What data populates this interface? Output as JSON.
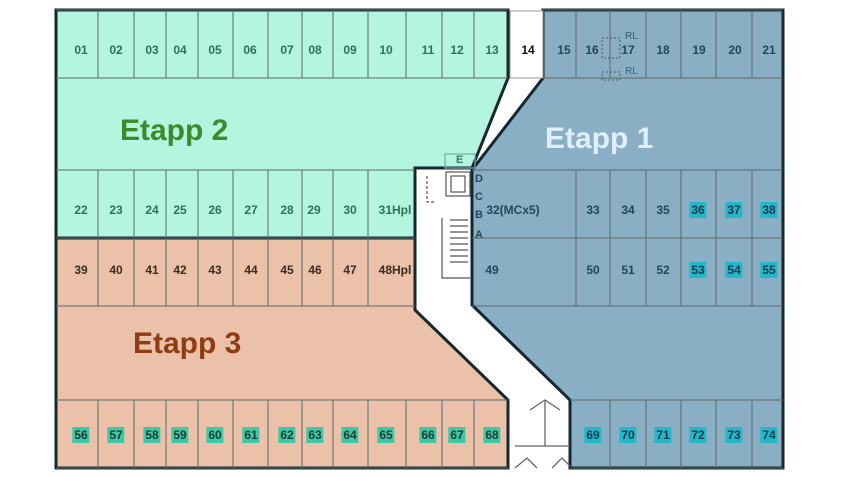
{
  "zones": {
    "etapp1": {
      "label": "Etapp 1",
      "fill": "#8aafc4"
    },
    "etapp2": {
      "label": "Etapp 2",
      "fill": "#b3f5df"
    },
    "etapp3": {
      "label": "Etapp 3",
      "fill": "#ebc1a9"
    }
  },
  "markers": {
    "e": "E",
    "d": "D",
    "c": "C",
    "b": "B",
    "a": "A",
    "rl": "RL"
  },
  "rows": [
    {
      "stalls": [
        {
          "label": "01",
          "zone": "2"
        },
        {
          "label": "02",
          "zone": "2"
        },
        {
          "label": "03",
          "zone": "2"
        },
        {
          "label": "04",
          "zone": "2"
        },
        {
          "label": "05",
          "zone": "2"
        },
        {
          "label": "06",
          "zone": "2"
        },
        {
          "label": "07",
          "zone": "2"
        },
        {
          "label": "08",
          "zone": "2"
        },
        {
          "label": "09",
          "zone": "2"
        },
        {
          "label": "10",
          "zone": "2"
        },
        {
          "label": "11",
          "zone": "2"
        },
        {
          "label": "12",
          "zone": "2"
        },
        {
          "label": "13",
          "zone": "2"
        },
        {
          "label": "14",
          "zone": "0"
        },
        {
          "label": "15",
          "zone": "1"
        },
        {
          "label": "16",
          "zone": "1"
        },
        {
          "label": "17",
          "zone": "1"
        },
        {
          "label": "18",
          "zone": "1"
        },
        {
          "label": "19",
          "zone": "1"
        },
        {
          "label": "20",
          "zone": "1"
        },
        {
          "label": "21",
          "zone": "1"
        }
      ]
    },
    {
      "stalls": [
        {
          "label": "22",
          "zone": "2"
        },
        {
          "label": "23",
          "zone": "2"
        },
        {
          "label": "24",
          "zone": "2"
        },
        {
          "label": "25",
          "zone": "2"
        },
        {
          "label": "26",
          "zone": "2"
        },
        {
          "label": "27",
          "zone": "2"
        },
        {
          "label": "28",
          "zone": "2"
        },
        {
          "label": "29",
          "zone": "2"
        },
        {
          "label": "30",
          "zone": "2"
        },
        {
          "label": "31Hpl",
          "zone": "2"
        },
        {
          "label": "32(MCx5)",
          "zone": "1"
        },
        {
          "label": "33",
          "zone": "1"
        },
        {
          "label": "34",
          "zone": "1"
        },
        {
          "label": "35",
          "zone": "1"
        },
        {
          "label": "36",
          "zone": "1",
          "hl": true
        },
        {
          "label": "37",
          "zone": "1",
          "hl": true
        },
        {
          "label": "38",
          "zone": "1",
          "hl": true
        }
      ]
    },
    {
      "stalls": [
        {
          "label": "39",
          "zone": "3"
        },
        {
          "label": "40",
          "zone": "3"
        },
        {
          "label": "41",
          "zone": "3"
        },
        {
          "label": "42",
          "zone": "3"
        },
        {
          "label": "43",
          "zone": "3"
        },
        {
          "label": "44",
          "zone": "3"
        },
        {
          "label": "45",
          "zone": "3"
        },
        {
          "label": "46",
          "zone": "3"
        },
        {
          "label": "47",
          "zone": "3"
        },
        {
          "label": "48Hpl",
          "zone": "3"
        },
        {
          "label": "49",
          "zone": "1"
        },
        {
          "label": "50",
          "zone": "1"
        },
        {
          "label": "51",
          "zone": "1"
        },
        {
          "label": "52",
          "zone": "1"
        },
        {
          "label": "53",
          "zone": "1",
          "hl": true
        },
        {
          "label": "54",
          "zone": "1",
          "hl": true
        },
        {
          "label": "55",
          "zone": "1",
          "hl": true
        }
      ]
    },
    {
      "stalls": [
        {
          "label": "56",
          "zone": "3",
          "hl": true
        },
        {
          "label": "57",
          "zone": "3",
          "hl": true
        },
        {
          "label": "58",
          "zone": "3",
          "hl": true
        },
        {
          "label": "59",
          "zone": "3",
          "hl": true
        },
        {
          "label": "60",
          "zone": "3",
          "hl": true
        },
        {
          "label": "61",
          "zone": "3",
          "hl": true
        },
        {
          "label": "62",
          "zone": "3",
          "hl": true
        },
        {
          "label": "63",
          "zone": "3",
          "hl": true
        },
        {
          "label": "64",
          "zone": "3",
          "hl": true
        },
        {
          "label": "65",
          "zone": "3",
          "hl": true
        },
        {
          "label": "66",
          "zone": "3",
          "hl": true
        },
        {
          "label": "67",
          "zone": "3",
          "hl": true
        },
        {
          "label": "68",
          "zone": "3",
          "hl": true
        },
        {
          "label": "69",
          "zone": "1",
          "hl": true
        },
        {
          "label": "70",
          "zone": "1",
          "hl": true
        },
        {
          "label": "71",
          "zone": "1",
          "hl": true
        },
        {
          "label": "72",
          "zone": "1",
          "hl": true
        },
        {
          "label": "73",
          "zone": "1",
          "hl": true
        },
        {
          "label": "74",
          "zone": "1",
          "hl": true
        }
      ]
    }
  ]
}
